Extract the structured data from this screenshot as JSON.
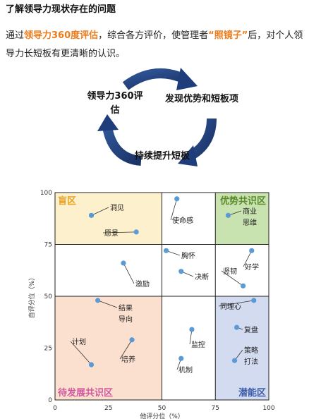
{
  "title": "了解领导力现状存在的问题",
  "intro": {
    "p1": "通过",
    "h1": "领导力360度评估",
    "p2": "，综合各方评价，使管理者",
    "h2": "“照镜子”",
    "p3": "后，对个人领导力长短板有更清晰的认识。"
  },
  "cycle": {
    "step1": "领导力360评估",
    "step2": "发现优势和短板项",
    "step3": "持续提升短板"
  },
  "chart_data": {
    "type": "scatter",
    "xlabel": "他评分位（%）",
    "ylabel": "自评分位（%）",
    "xlim": [
      0,
      100
    ],
    "ylim": [
      0,
      100
    ],
    "xticks": [
      "0",
      "25",
      "50",
      "75",
      "100"
    ],
    "yticks": [
      "0",
      "25",
      "50",
      "75",
      "100"
    ],
    "quadrants": [
      {
        "name": "盲区",
        "color": "#fdf0cc",
        "label_color": "#e8a020"
      },
      {
        "name": "优势共识区",
        "color": "#c8e2b0",
        "label_color": "#5a8a2a"
      },
      {
        "name": "待发展共识区",
        "color": "#fbe0d0",
        "label_color": "#d05aa0"
      },
      {
        "name": "潜能区",
        "color": "#d2dbf0",
        "label_color": "#3b5aa8"
      }
    ],
    "points": [
      {
        "label": "洞见",
        "x": 17,
        "y": 89
      },
      {
        "label": "愿景",
        "x": 38,
        "y": 81
      },
      {
        "label": "使命感",
        "x": 57,
        "y": 97
      },
      {
        "label": "商业思维",
        "x": 81,
        "y": 89
      },
      {
        "label": "胸怀",
        "x": 52,
        "y": 72
      },
      {
        "label": "决断",
        "x": 59,
        "y": 62
      },
      {
        "label": "激励",
        "x": 32,
        "y": 66
      },
      {
        "label": "竖韧",
        "x": 88,
        "y": 55
      },
      {
        "label": "好学",
        "x": 92,
        "y": 72
      },
      {
        "label": "结果导向",
        "x": 20,
        "y": 48
      },
      {
        "label": "同理心",
        "x": 93,
        "y": 48
      },
      {
        "label": "监控",
        "x": 64,
        "y": 34
      },
      {
        "label": "复盘",
        "x": 85,
        "y": 35
      },
      {
        "label": "计划",
        "x": 17,
        "y": 17
      },
      {
        "label": "培养",
        "x": 36,
        "y": 29
      },
      {
        "label": "机制",
        "x": 59,
        "y": 20
      },
      {
        "label": "策略打法",
        "x": 84,
        "y": 19
      }
    ]
  },
  "colors": {
    "highlight": "#ee7c1b",
    "arrow": "#1f3d7a",
    "point": "#5b9bd5"
  }
}
